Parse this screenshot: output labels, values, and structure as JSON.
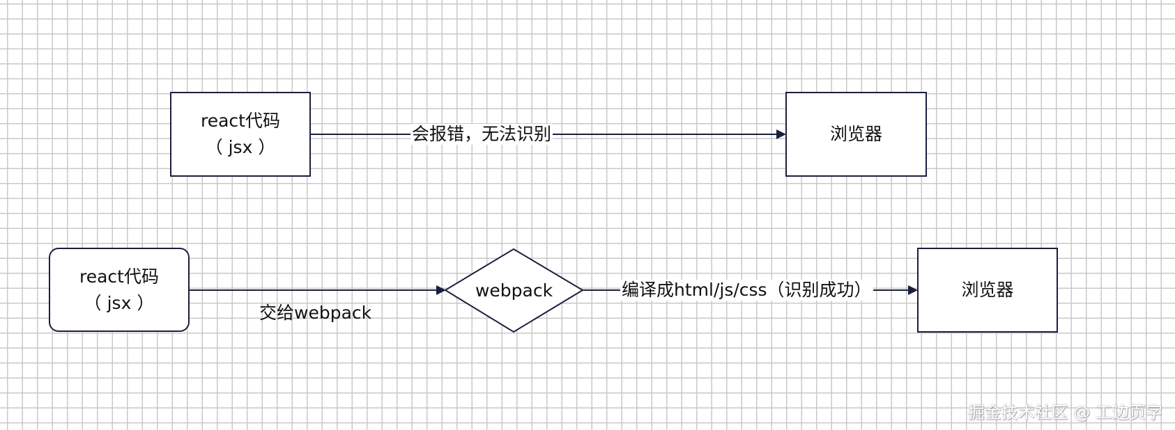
{
  "diagram": {
    "top_row": {
      "source": {
        "line1": "react代码",
        "line2": "（ jsx ）"
      },
      "edge_label": "会报错，无法识别",
      "target": {
        "label": "浏览器"
      }
    },
    "bottom_row": {
      "source": {
        "line1": "react代码",
        "line2": "（ jsx ）"
      },
      "edge1_label": "交给webpack",
      "decision": {
        "label": "webpack"
      },
      "edge2_label": "编译成html/js/css（识别成功）",
      "target": {
        "label": "浏览器"
      }
    },
    "colors": {
      "stroke": "#1a1f3d",
      "grid": "#c9c9c9",
      "text": "#111111"
    }
  },
  "watermark": "掘金技术社区 @ 工边页字"
}
